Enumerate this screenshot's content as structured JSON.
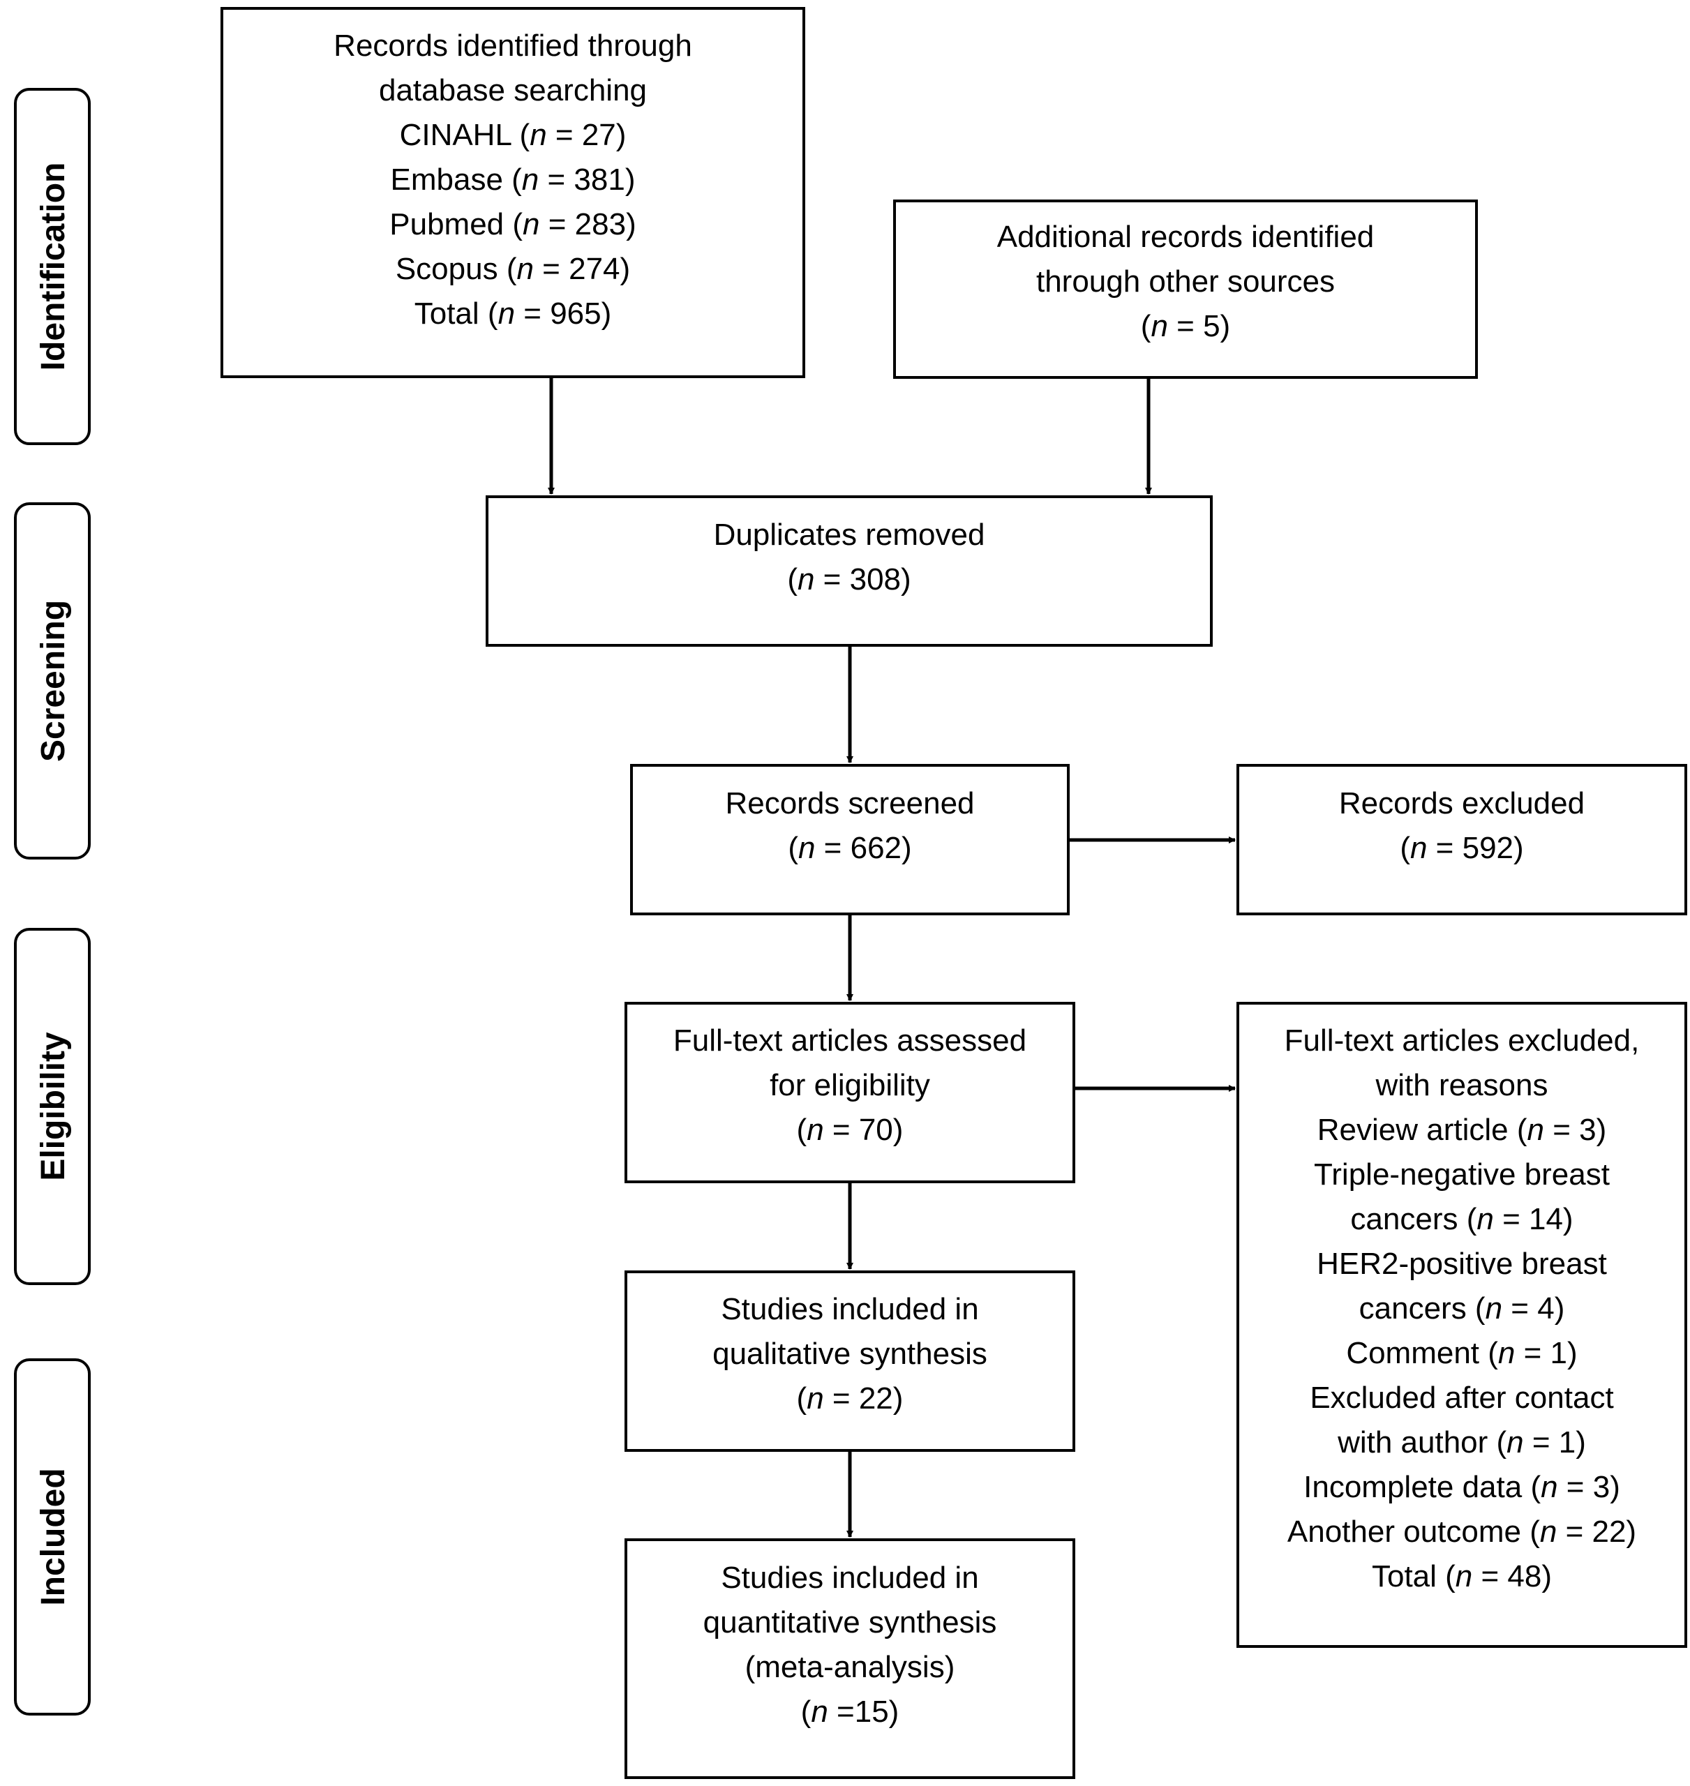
{
  "stages": {
    "identification": "Identification",
    "screening": "Screening",
    "eligibility": "Eligibility",
    "included": "Included"
  },
  "boxes": {
    "database": {
      "lines": [
        "Records identified through",
        "database searching",
        {
          "pre": "CINAHL (",
          "n": "n",
          "post": " = 27)"
        },
        {
          "pre": "Embase (",
          "n": "n",
          "post": " = 381)"
        },
        {
          "pre": "Pubmed (",
          "n": "n",
          "post": " = 283)"
        },
        {
          "pre": "Scopus (",
          "n": "n",
          "post": " = 274)"
        },
        {
          "pre": "Total (",
          "n": "n",
          "post": " = 965)"
        }
      ]
    },
    "additional": {
      "lines": [
        "Additional records identified",
        "through other sources",
        {
          "pre": "(",
          "n": "n",
          "post": " = 5)"
        }
      ]
    },
    "duplicates": {
      "lines": [
        "Duplicates removed",
        {
          "pre": "(",
          "n": "n",
          "post": " = 308)"
        }
      ]
    },
    "screened": {
      "lines": [
        "Records screened",
        {
          "pre": "(",
          "n": "n",
          "post": " = 662)"
        }
      ]
    },
    "excluded": {
      "lines": [
        "Records excluded",
        {
          "pre": "(",
          "n": "n",
          "post": " = 592)"
        }
      ]
    },
    "fulltext": {
      "lines": [
        "Full-text articles assessed",
        "for eligibility",
        {
          "pre": "(",
          "n": "n",
          "post": " = 70)"
        }
      ]
    },
    "fulltext_excluded": {
      "lines": [
        "Full-text articles excluded,",
        "with reasons",
        {
          "pre": "Review article (",
          "n": "n",
          "post": " = 3)"
        },
        "Triple-negative breast",
        {
          "pre": "cancers (",
          "n": "n",
          "post": " = 14)"
        },
        "HER2-positive breast",
        {
          "pre": "cancers (",
          "n": "n",
          "post": " = 4)"
        },
        {
          "pre": "Comment (",
          "n": "n",
          "post": " = 1)"
        },
        "Excluded after contact",
        {
          "pre": "with author (",
          "n": "n",
          "post": " = 1)"
        },
        {
          "pre": "Incomplete data (",
          "n": "n",
          "post": " = 3)"
        },
        {
          "pre": "Another outcome (",
          "n": "n",
          "post": " = 22)"
        },
        {
          "pre": "Total (",
          "n": "n",
          "post": " = 48)"
        }
      ]
    },
    "qualitative": {
      "lines": [
        "Studies included in",
        "qualitative synthesis",
        {
          "pre": "(",
          "n": "n",
          "post": " = 22)"
        }
      ]
    },
    "quantitative": {
      "lines": [
        "Studies included in",
        "quantitative synthesis",
        "(meta-analysis)",
        {
          "pre": "(",
          "n": "n",
          "post": " =15)"
        }
      ]
    }
  }
}
